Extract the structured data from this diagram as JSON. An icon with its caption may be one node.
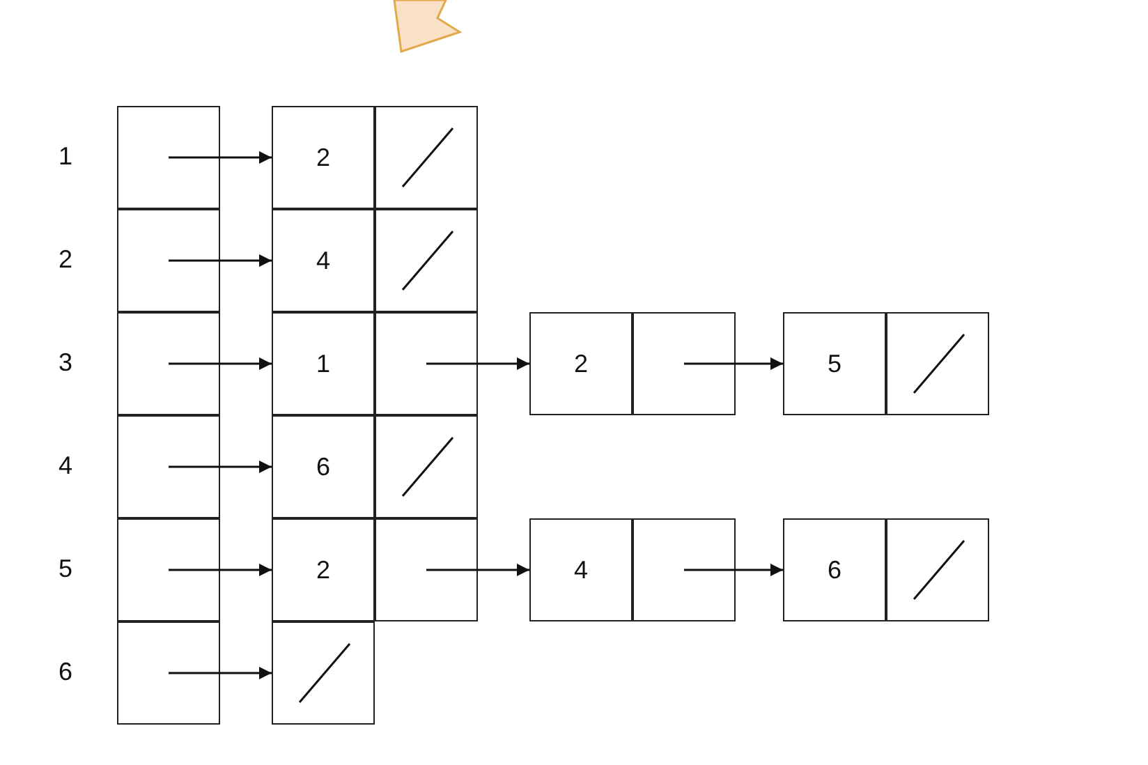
{
  "diagram": {
    "nodes": [
      {
        "text": [],
        "shape": "box",
        "beside": [
          "1"
        ]
      },
      {
        "text": [],
        "shape": "box",
        "beside": [
          "2"
        ]
      },
      {
        "text": [],
        "shape": "box",
        "beside": [
          "3"
        ]
      },
      {
        "text": [],
        "shape": "box",
        "beside": [
          "4"
        ]
      },
      {
        "text": [],
        "shape": "box",
        "beside": [
          "5"
        ]
      },
      {
        "text": [],
        "shape": "box",
        "beside": [
          "6"
        ]
      },
      {
        "text": [
          "2"
        ]
      },
      {
        "text": [],
        "shape": "box"
      },
      {
        "text": [
          "4"
        ]
      },
      {
        "text": [],
        "shape": "box"
      },
      {
        "text": [
          "1"
        ]
      },
      {
        "text": [],
        "shape": "box"
      },
      {
        "text": [
          "2"
        ]
      },
      {
        "text": [],
        "shape": "box"
      },
      {
        "text": [
          "5"
        ]
      },
      {
        "text": [],
        "shape": "box"
      },
      {
        "text": [
          "6"
        ]
      },
      {
        "text": [],
        "shape": "box"
      },
      {
        "text": [
          "2"
        ]
      },
      {
        "text": [],
        "shape": "box"
      },
      {
        "text": [
          "4"
        ]
      },
      {
        "text": [],
        "shape": "box"
      },
      {
        "text": [
          "6"
        ]
      },
      {
        "text": [],
        "shape": "box"
      },
      {
        "text": [],
        "shape": "box"
      }
    ],
    "edges": [
      {
        "from": 0,
        "to": 6,
        "arrow": "to"
      },
      {
        "from": 1,
        "to": 8,
        "arrow": "to"
      },
      {
        "from": 2,
        "to": 10,
        "arrow": "to"
      },
      {
        "from": 3,
        "to": 16,
        "arrow": "to"
      },
      {
        "from": 4,
        "to": 18,
        "arrow": "to"
      },
      {
        "from": 5,
        "to": 24,
        "arrow": "to"
      },
      {
        "from": 11,
        "to": 12,
        "arrow": "to"
      },
      {
        "from": 13,
        "to": 14,
        "arrow": "to"
      },
      {
        "from": 19,
        "to": 20,
        "arrow": "to"
      },
      {
        "from": 21,
        "to": 22,
        "arrow": "to"
      }
    ]
  }
}
